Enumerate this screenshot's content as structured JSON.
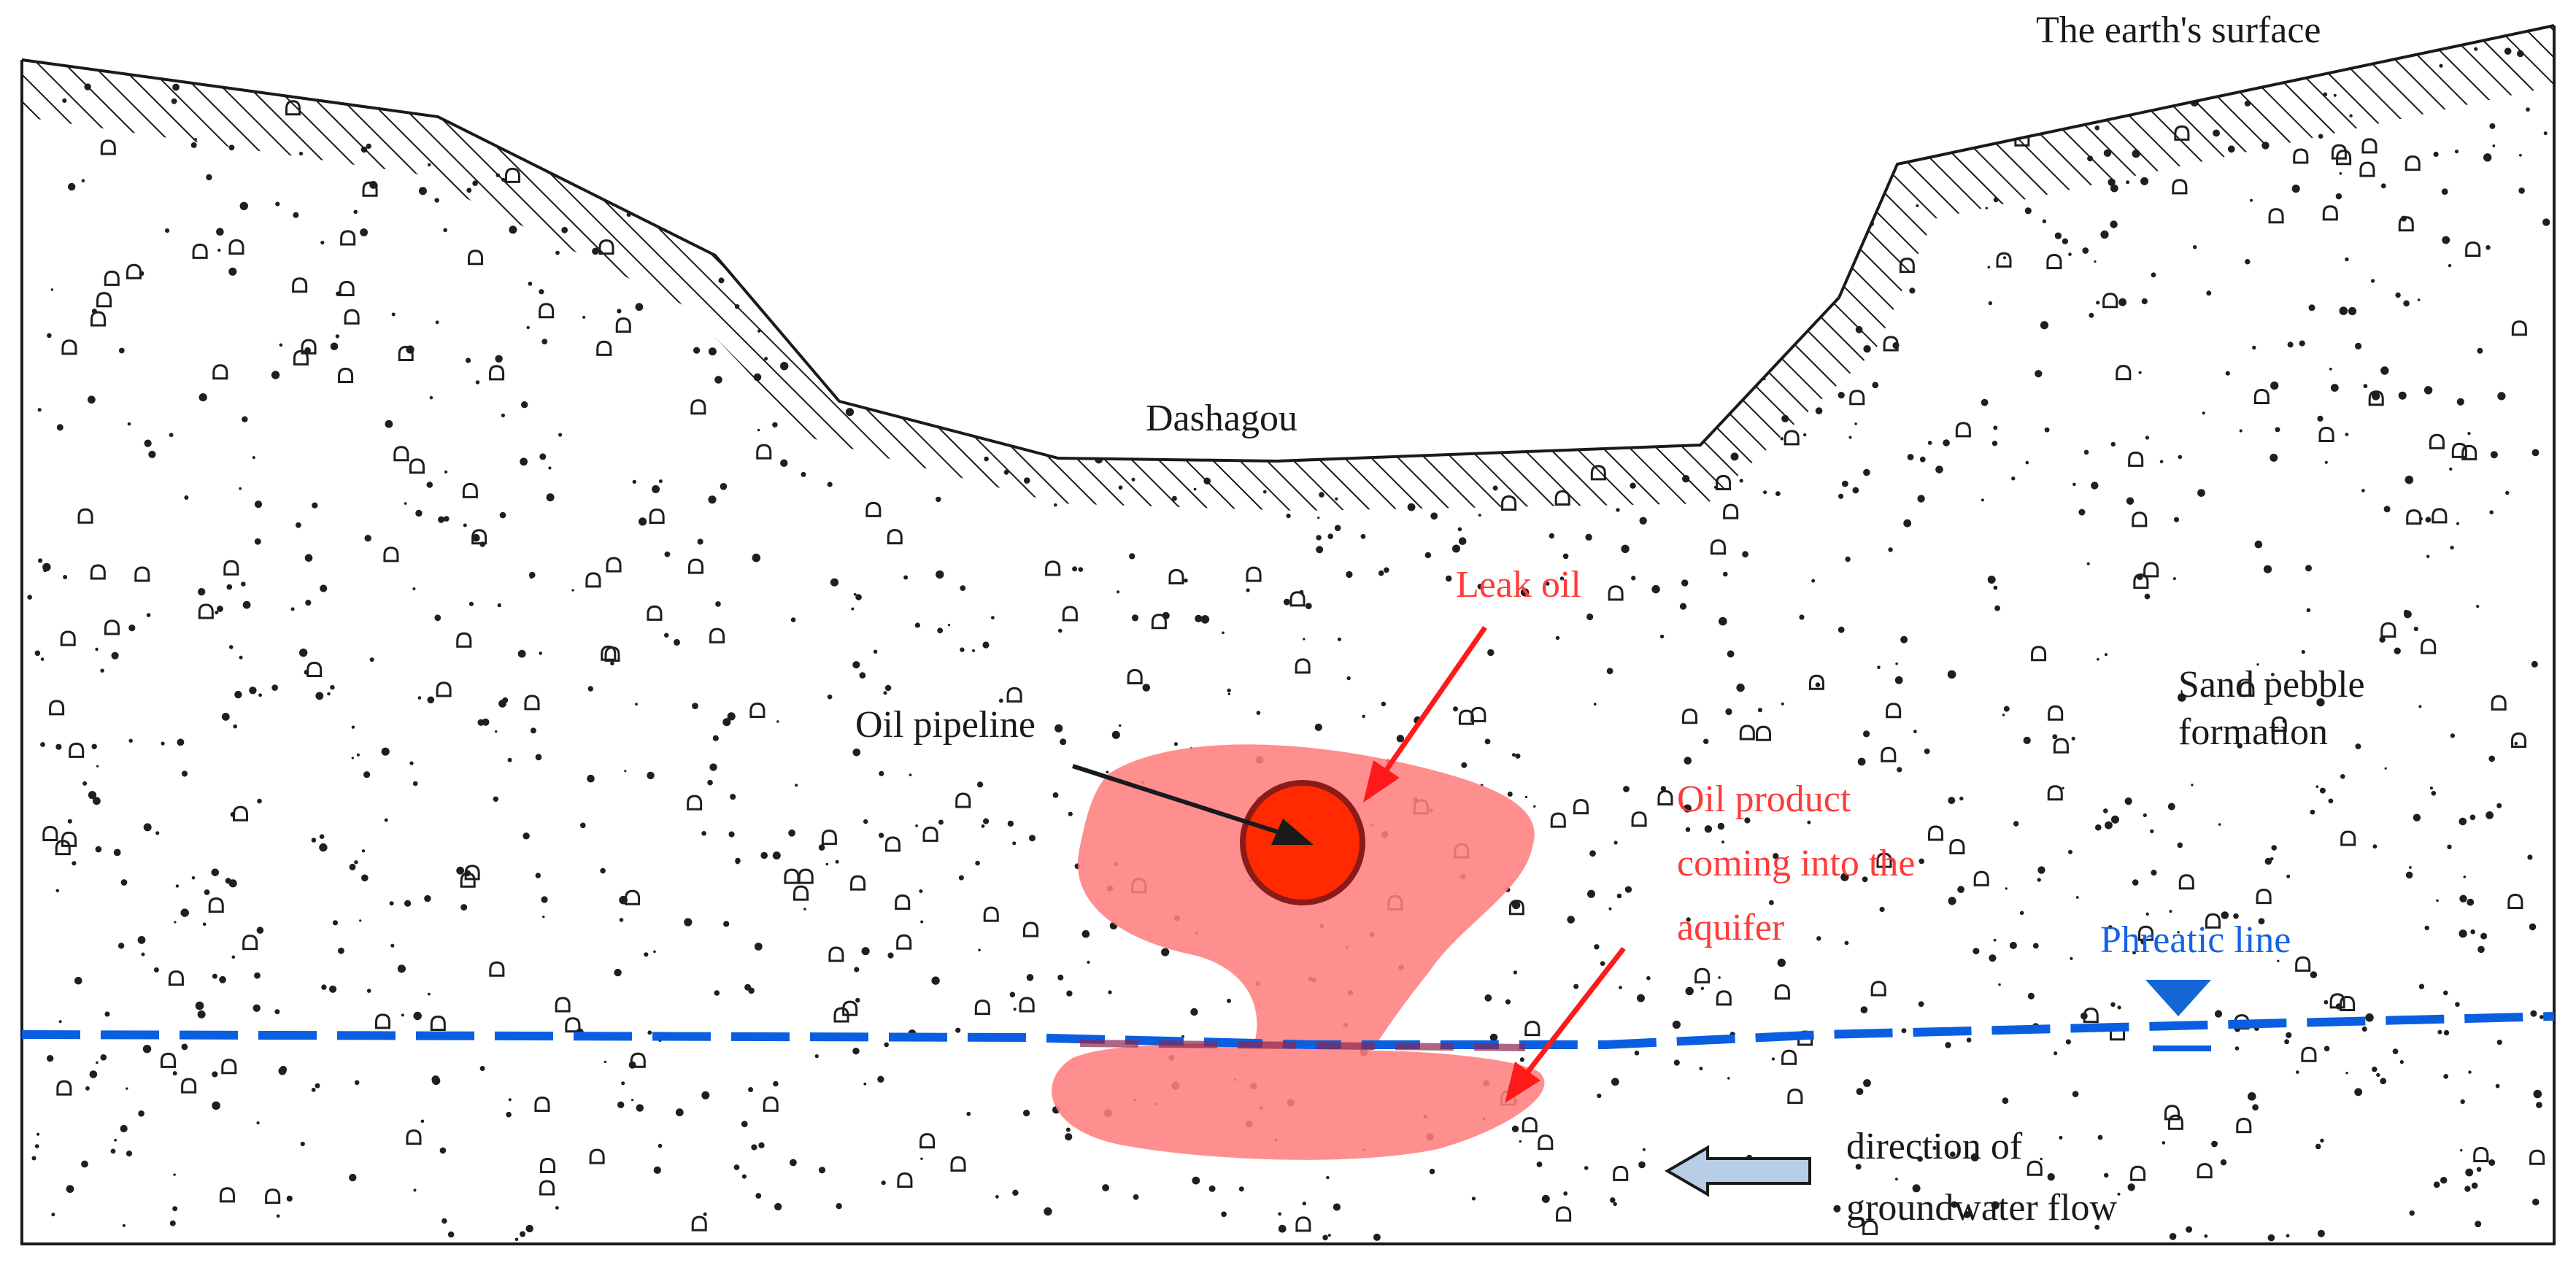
{
  "labels": {
    "earth_surface": "The earth's surface",
    "dashagou": "Dashagou",
    "leak_oil": "Leak oil",
    "oil_pipeline": "Oil pipeline",
    "sand_pebble_line1": "Sand pebble",
    "sand_pebble_line2": "formation",
    "oil_product_line1": "Oil product",
    "oil_product_line2": "coming into the",
    "oil_product_line3": "aquifer",
    "phreatic_line": "Phreatic line",
    "groundwater_line1": "direction of",
    "groundwater_line2": "groundwater flow"
  },
  "colors": {
    "oil_plume": "#ff8080",
    "pipeline_fill": "#ff2a00",
    "pipeline_stroke": "#8b1a1a",
    "arrow_red": "#ff1a1a",
    "phreatic_line": "#0a5fe0",
    "flow_arrow": "#b8cde6",
    "outline": "#1a1a1a"
  },
  "icons": {
    "water_table_marker": "inverted-triangle-icon",
    "flow_direction": "left-arrow-icon"
  }
}
